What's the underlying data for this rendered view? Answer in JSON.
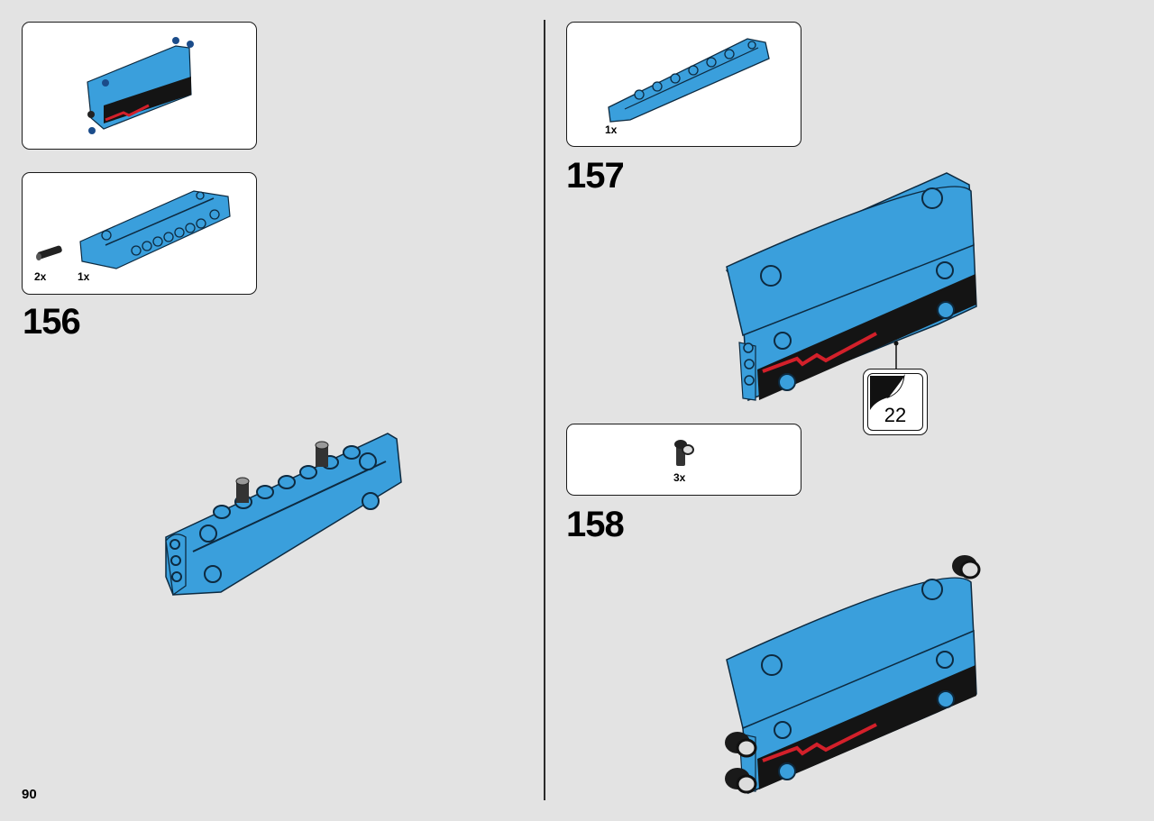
{
  "page": {
    "number": "90"
  },
  "left": {
    "step": {
      "number": "156",
      "parts": [
        {
          "qty": "2x",
          "part": "friction-axle-pin-icon"
        },
        {
          "qty": "1x",
          "part": "blue-panel-icon"
        }
      ]
    }
  },
  "right": {
    "step157": {
      "number": "157",
      "parts": [
        {
          "qty": "1x",
          "part": "blue-beam-icon"
        }
      ],
      "sticker": "22"
    },
    "step158": {
      "number": "158",
      "parts": [
        {
          "qty": "3x",
          "part": "black-connector-icon"
        }
      ]
    }
  },
  "colors": {
    "background": "#e3e3e3",
    "part_blue": "#3a9fdc",
    "part_black": "#141414",
    "stripe_red": "#d3202a"
  }
}
